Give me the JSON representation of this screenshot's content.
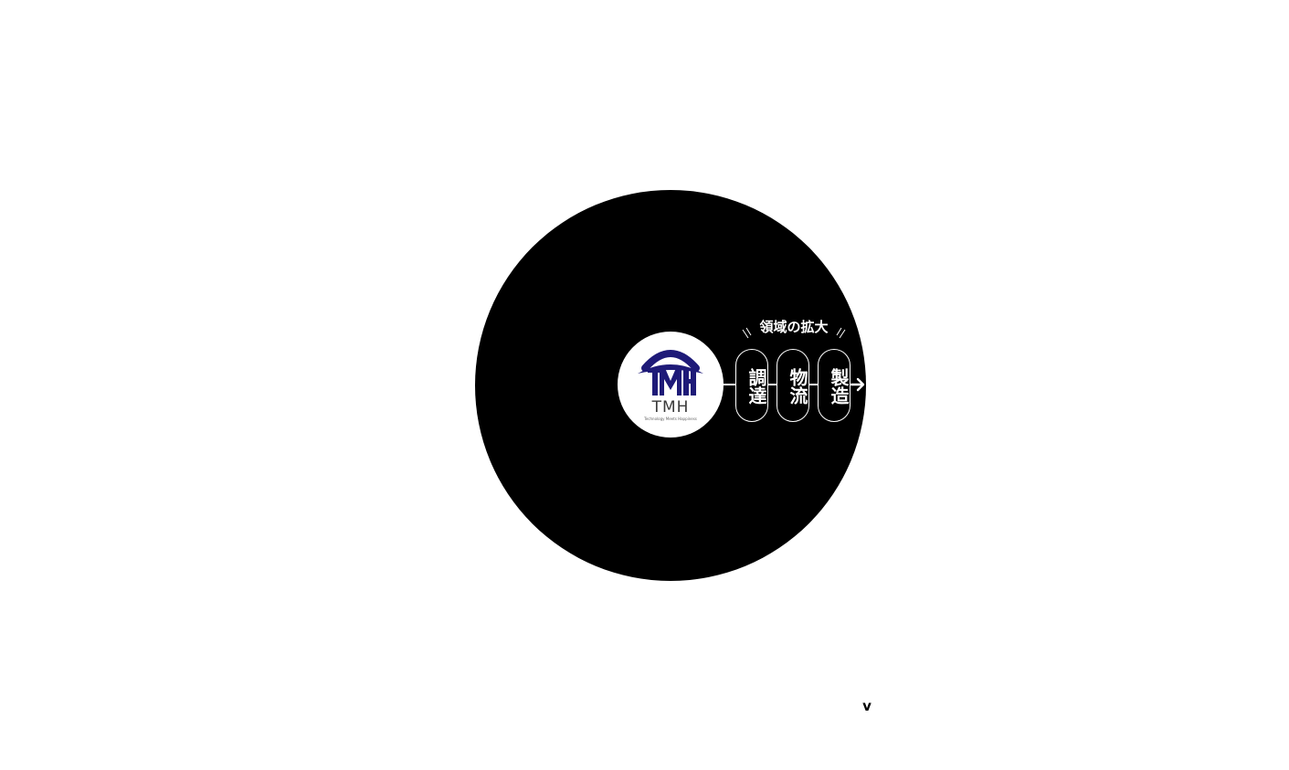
{
  "logo": {
    "wordmark": "TMH",
    "tagline": "Technology Meets Happiness",
    "brand_color": "#1e1a78"
  },
  "diagram": {
    "expansion_label": "領域の拡大",
    "stages": [
      {
        "label": "調達"
      },
      {
        "label": "物流"
      },
      {
        "label": "製造"
      }
    ],
    "circle_color": "#000000",
    "line_color": "#ffffff"
  },
  "scroll": {
    "indicator": "v"
  }
}
